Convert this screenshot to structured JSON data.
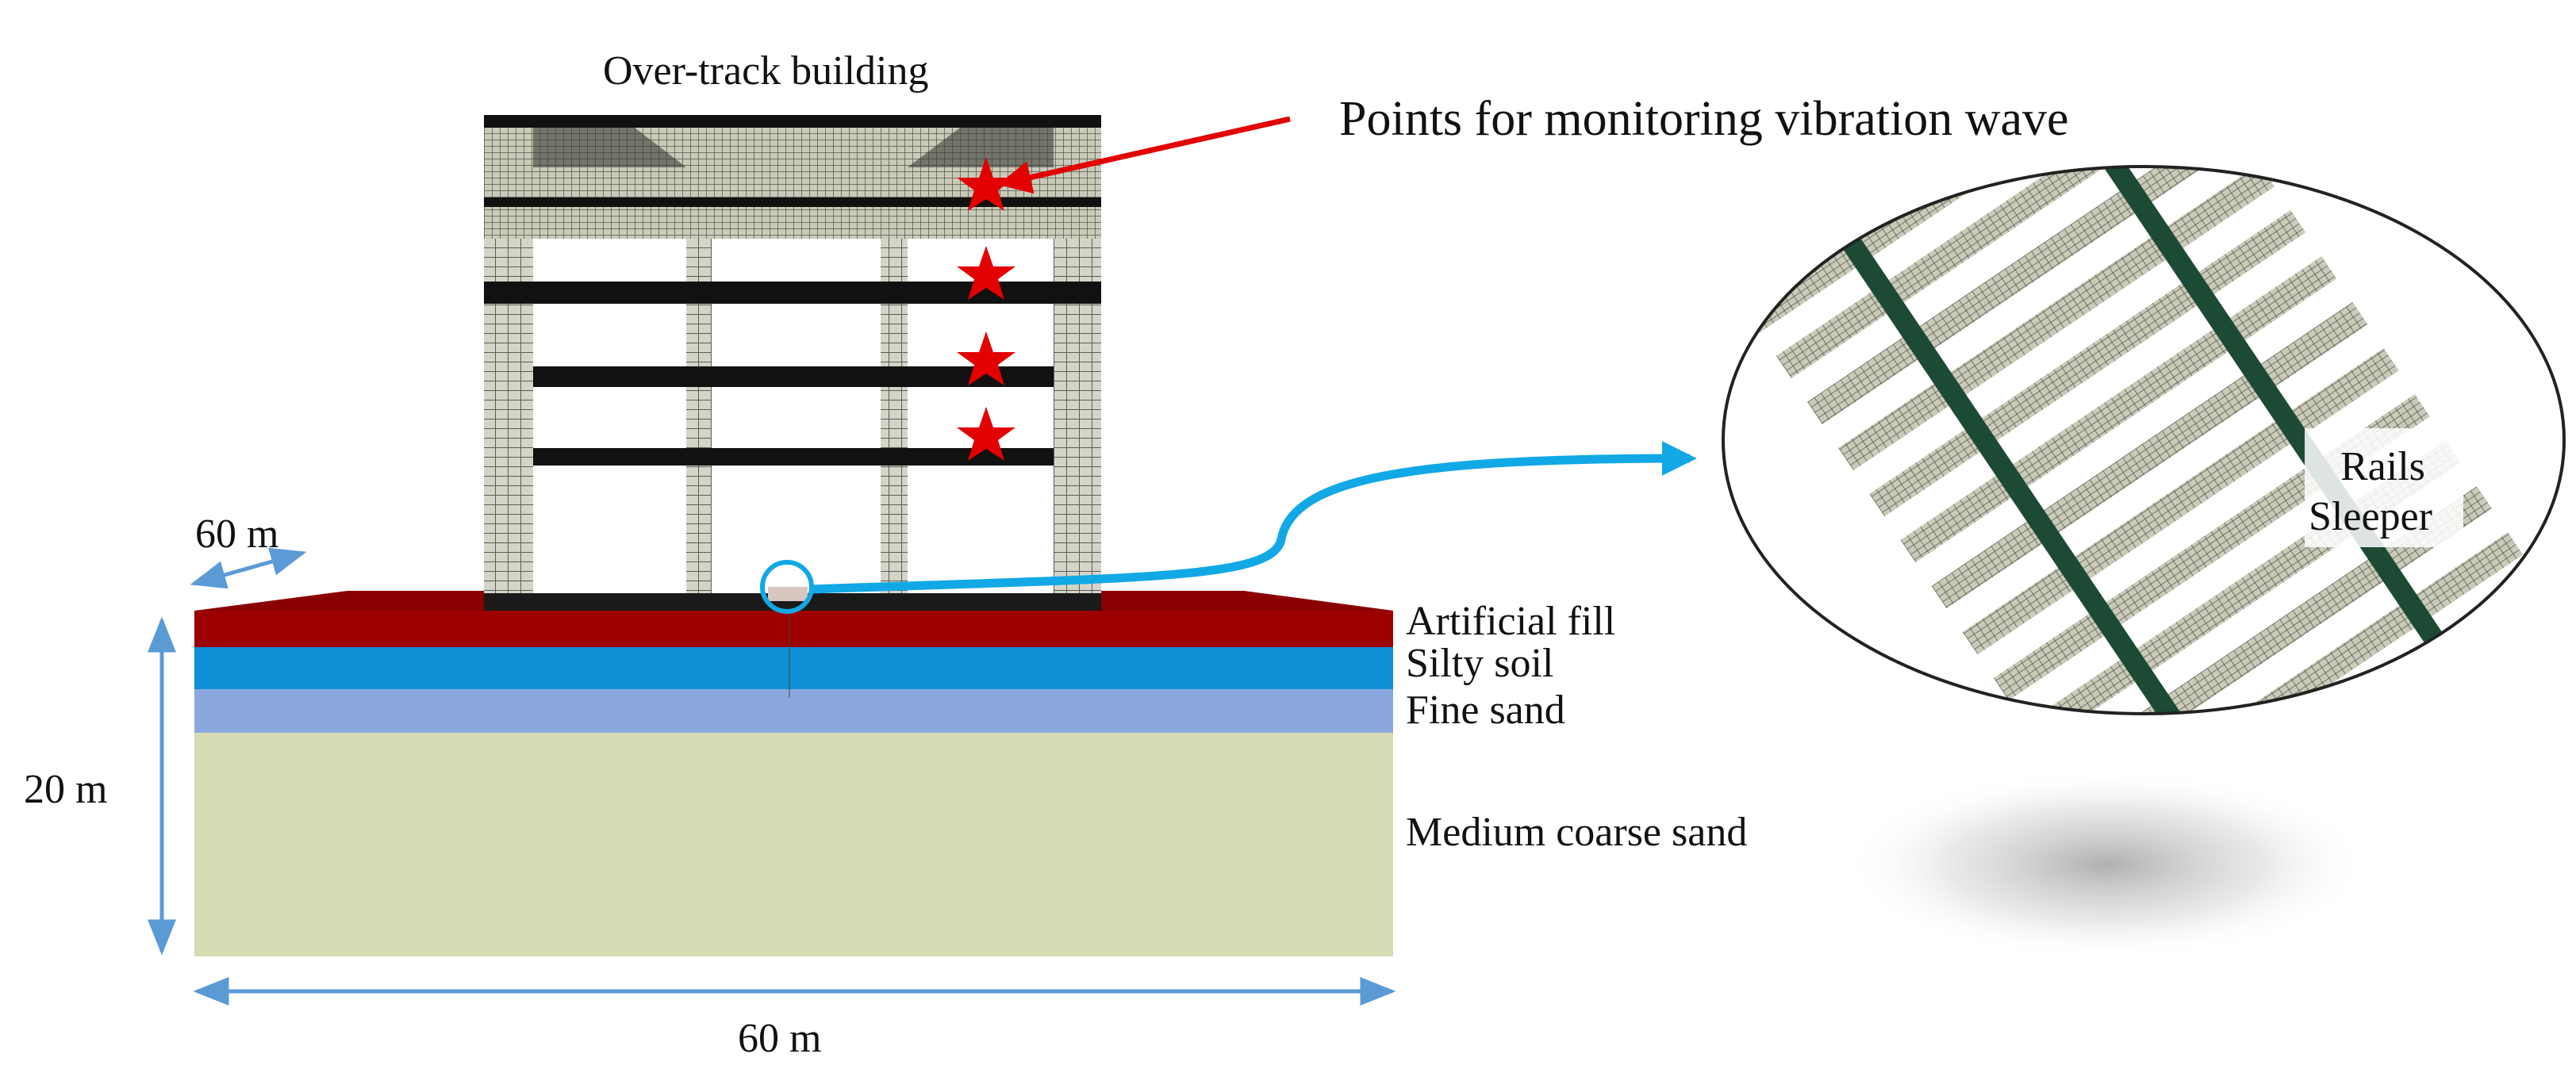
{
  "labels": {
    "building": "Over-track building",
    "monitoring": "Points for monitoring vibration wave",
    "depth_dim": "60 m",
    "height_dim": "20 m",
    "width_dim": "60 m",
    "rails": "Rails",
    "sleeper": "Sleeper"
  },
  "layers": [
    {
      "name": "Artificial fill",
      "color": "#9c0000"
    },
    {
      "name": "Silty soil",
      "color": "#0e8fd6"
    },
    {
      "name": "Fine sand",
      "color": "#8aa8dd"
    },
    {
      "name": "Medium coarse sand",
      "color": "#d6dbb4"
    }
  ],
  "colors": {
    "building_mesh": "#cfd0c2",
    "slab": "#111111",
    "star": "#e30000",
    "arrow_red": "#e30000",
    "callout_blue": "#12a8e6",
    "dimension": "#5b9bd5",
    "rail": "#1d4a35",
    "sleeper": "#c9cab4"
  },
  "icons": {
    "monitoring_point": "star-icon"
  }
}
